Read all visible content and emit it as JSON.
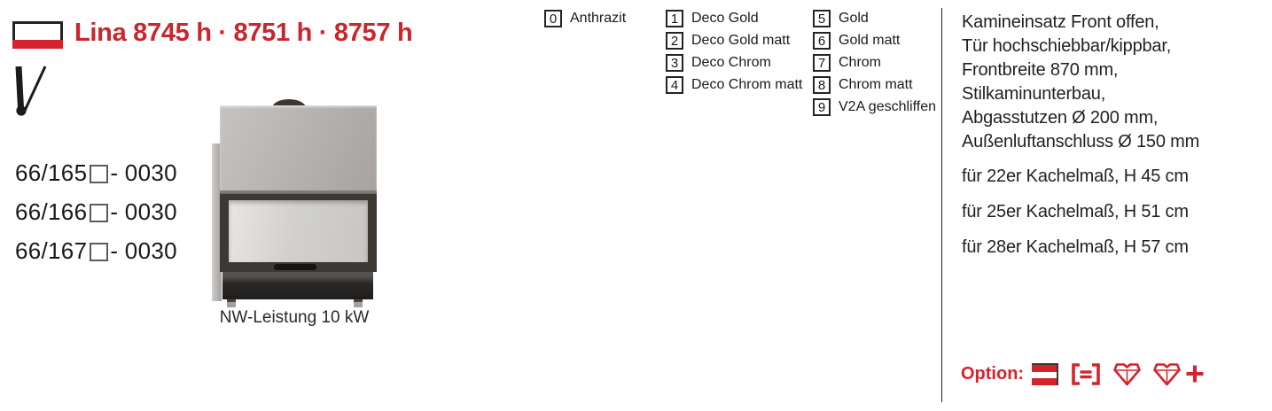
{
  "colors": {
    "accent_red": "#c9262d",
    "icon_red": "#d5232e",
    "text_dark": "#231f20"
  },
  "header": {
    "title": "Lina 8745 h · 8751 h · 8757 h",
    "flag_icon": "front-open-flag-icon"
  },
  "brand_mark_icon": "check-mark-glyph",
  "product_codes": [
    {
      "prefix": "66/165",
      "suffix": "- 0030"
    },
    {
      "prefix": "66/166",
      "suffix": "- 0030"
    },
    {
      "prefix": "66/167",
      "suffix": "- 0030"
    }
  ],
  "product_image": {
    "caption": "NW-Leistung 10 kW"
  },
  "finish_options": {
    "group0": [
      {
        "digit": "0",
        "label": "Anthrazit"
      }
    ],
    "group1": [
      {
        "digit": "1",
        "label": "Deco Gold"
      },
      {
        "digit": "2",
        "label": "Deco Gold matt"
      },
      {
        "digit": "3",
        "label": "Deco Chrom"
      },
      {
        "digit": "4",
        "label": "Deco Chrom matt"
      }
    ],
    "group2": [
      {
        "digit": "5",
        "label": "Gold"
      },
      {
        "digit": "6",
        "label": "Gold matt"
      },
      {
        "digit": "7",
        "label": "Chrom"
      },
      {
        "digit": "8",
        "label": "Chrom matt"
      },
      {
        "digit": "9",
        "label": "V2A geschliffen"
      }
    ]
  },
  "specs": {
    "lines": [
      "Kamineinsatz Front offen,",
      "Tür hochschiebbar/kippbar,",
      "Frontbreite 870 mm,",
      "Stilkaminunterbau,",
      "Abgasstutzen Ø 200 mm,",
      "Außenluftanschluss Ø 150 mm"
    ],
    "tile_sizes": [
      "für 22er Kachelmaß, H 45 cm",
      "für 25er Kachelmaß, H 51 cm",
      "für 28er Kachelmaß, H 57 cm"
    ]
  },
  "options_row": {
    "label": "Option:",
    "icons": [
      "austria-flag-icon",
      "frame-bars-icon",
      "gem-icon",
      "gem-plus-icon"
    ]
  }
}
